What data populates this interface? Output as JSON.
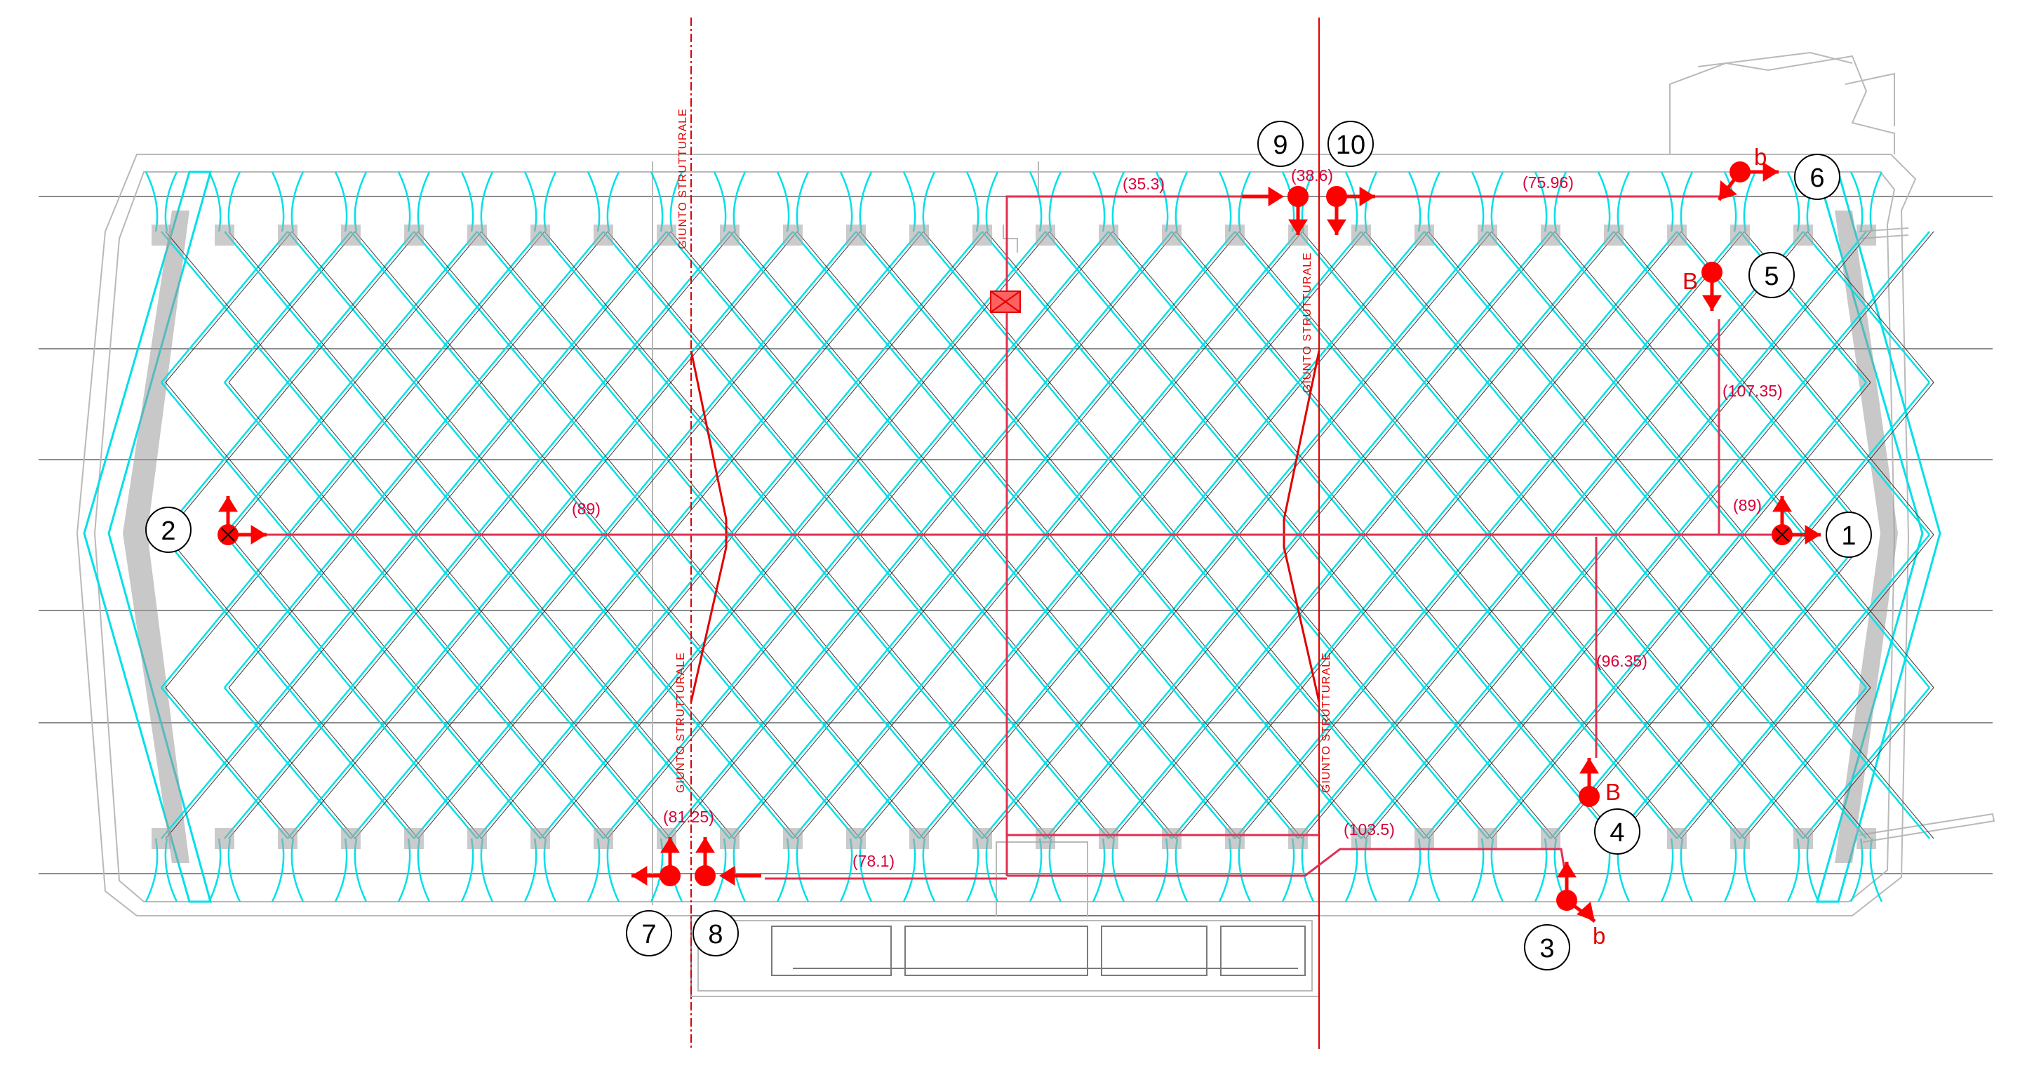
{
  "drawing": {
    "joint_label": "GIUNTO STRUTTURALE",
    "room_symbol": "⊠",
    "colors": {
      "diagrid": "#00e0e8",
      "outline": "#b9b9b9",
      "joint_line": "#e00000",
      "dimension": "#d8003a",
      "sensor": "#ff0000"
    }
  },
  "points": [
    {
      "id": "p1",
      "number": "1",
      "letter": ""
    },
    {
      "id": "p2",
      "number": "2",
      "letter": ""
    },
    {
      "id": "p3",
      "number": "3",
      "letter": "b"
    },
    {
      "id": "p4",
      "number": "4",
      "letter": "B"
    },
    {
      "id": "p5",
      "number": "5",
      "letter": "B"
    },
    {
      "id": "p6",
      "number": "6",
      "letter": "b"
    },
    {
      "id": "p7",
      "number": "7",
      "letter": ""
    },
    {
      "id": "p8",
      "number": "8",
      "letter": ""
    },
    {
      "id": "p9",
      "number": "9",
      "letter": ""
    },
    {
      "id": "p10",
      "number": "10",
      "letter": ""
    }
  ],
  "dimensions": {
    "d_89_left": "(89)",
    "d_89_right": "(89)",
    "d_35_3": "(35.3)",
    "d_38_6": "(38.6)",
    "d_75_96": "(75.96)",
    "d_107_35": "(107.35)",
    "d_96_35": "(96.35)",
    "d_103_5": "(103.5)",
    "d_78_1": "(78.1)",
    "d_81_25": "(81.25)"
  }
}
